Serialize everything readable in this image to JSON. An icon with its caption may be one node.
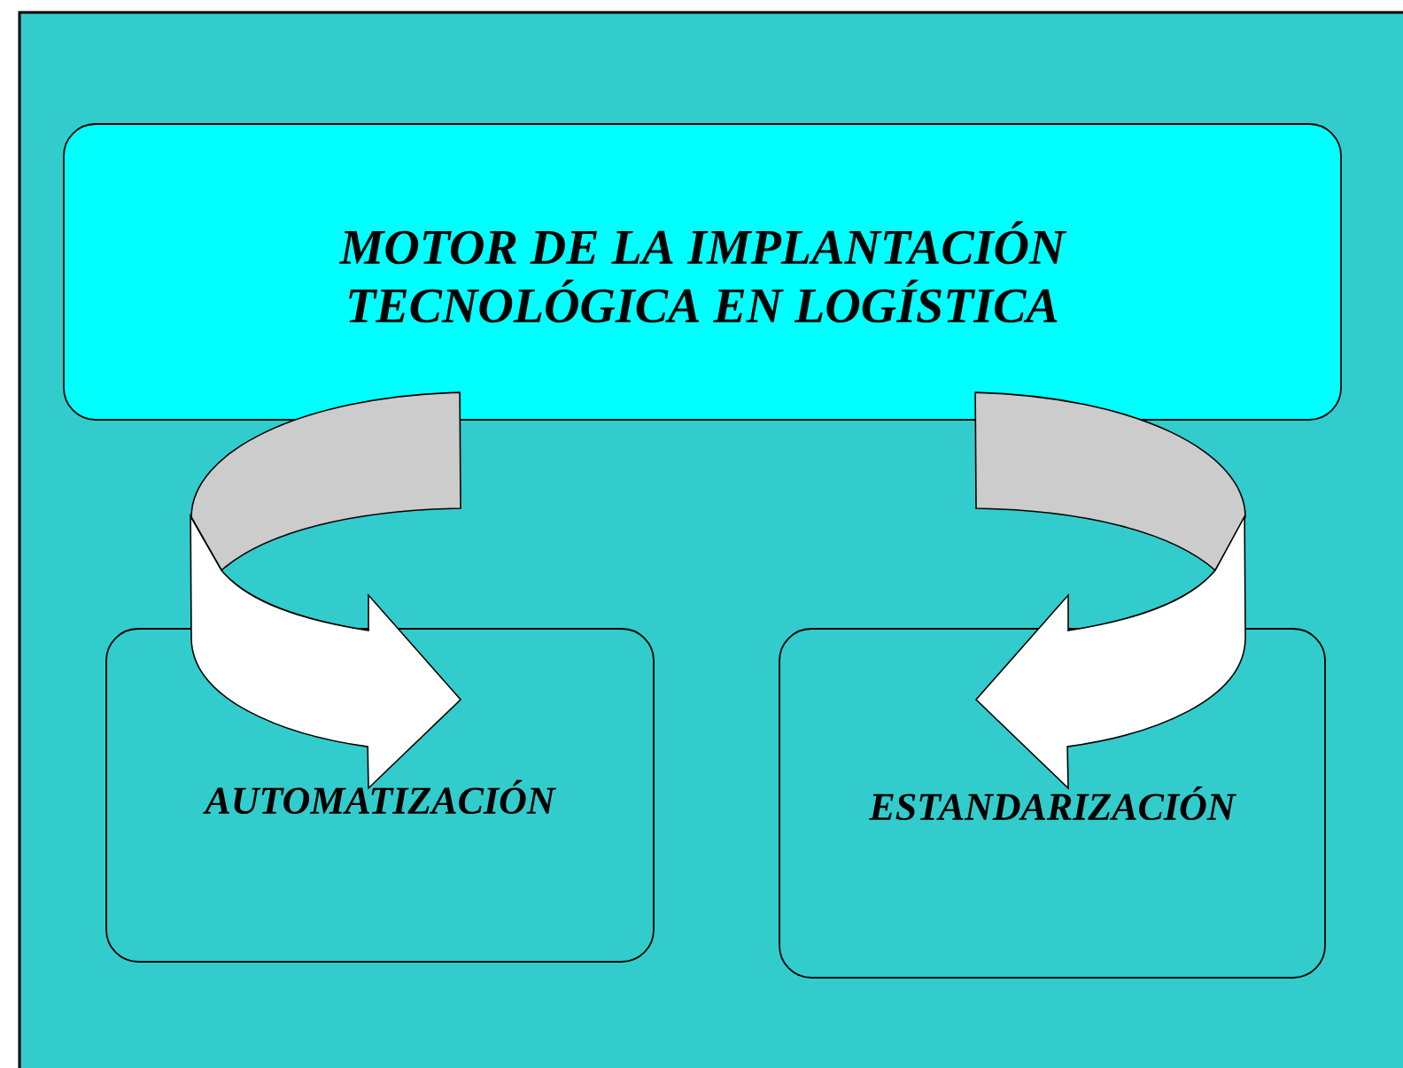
{
  "diagram": {
    "nodes": [
      {
        "text": [
          "MOTOR DE LA IMPLANTACIÓN TECNOLÓGICA EN LOGÍSTICA"
        ]
      },
      {
        "text": [
          "AUTOMATIZACIÓN"
        ]
      },
      {
        "text": [
          "ESTANDARIZACIÓN"
        ]
      }
    ],
    "edges": [
      {
        "from": 0,
        "to": 1,
        "arrow": "to"
      },
      {
        "from": 0,
        "to": 2,
        "arrow": "to"
      }
    ]
  }
}
